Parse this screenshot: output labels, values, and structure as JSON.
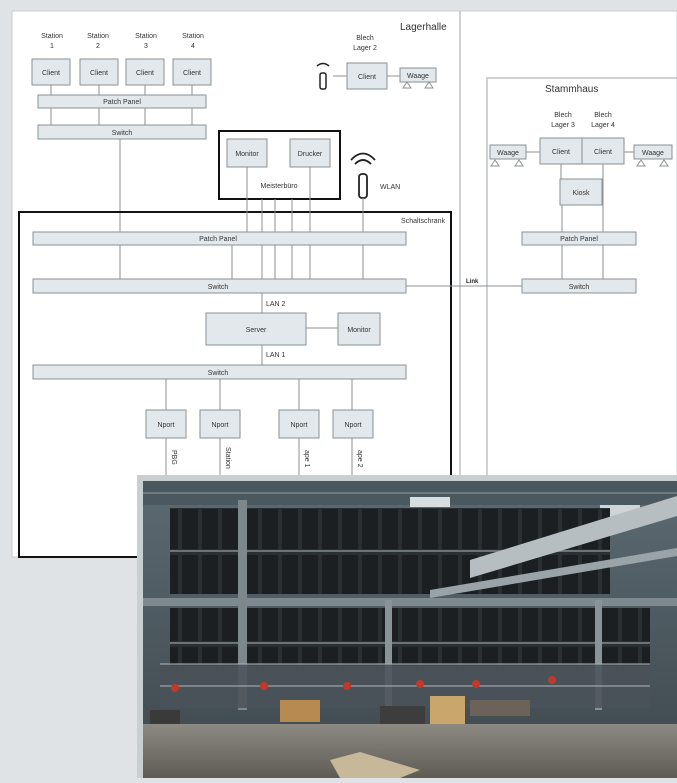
{
  "diagram": {
    "lagerhalle_title": "Lagerhalle",
    "stammhaus_title": "Stammhaus",
    "schaltschrank_title": "Schaltschrank",
    "meisterbuero_title": "Meisterbüro",
    "stations": [
      {
        "line1": "Station",
        "line2": "1",
        "client": "Client"
      },
      {
        "line1": "Station",
        "line2": "2",
        "client": "Client"
      },
      {
        "line1": "Station",
        "line2": "3",
        "client": "Client"
      },
      {
        "line1": "Station",
        "line2": "4",
        "client": "Client"
      }
    ],
    "lager2": {
      "line1": "Blech",
      "line2": "Lager 2",
      "client": "Client",
      "waage": "Waage"
    },
    "lagerhalle_patch": "Patch Panel",
    "lagerhalle_switch": "Switch",
    "meister_monitor": "Monitor",
    "meister_drucker": "Drucker",
    "wlan_label": "WLAN",
    "stammhaus": {
      "lager3_line1": "Blech",
      "lager3_line2": "Lager 3",
      "lager4_line1": "Blech",
      "lager4_line2": "Lager 4",
      "client_a": "Client",
      "client_b": "Client",
      "waage_left": "Waage",
      "waage_right": "Waage",
      "kiosk": "Kiosk",
      "patch": "Patch Panel",
      "switch": "Switch"
    },
    "link_label": "Link",
    "sc_patch": "Patch Panel",
    "sc_switch": "Switch",
    "lan2": "LAN 2",
    "server": "Server",
    "server_monitor": "Monitor",
    "lan1": "LAN 1",
    "sc_switch2": "Switch",
    "nports": [
      "Nport",
      "Nport",
      "Nport",
      "Nport"
    ],
    "nport_labels": [
      "PBG",
      "Station",
      "ape 1",
      "ape 2"
    ]
  },
  "photo": {}
}
